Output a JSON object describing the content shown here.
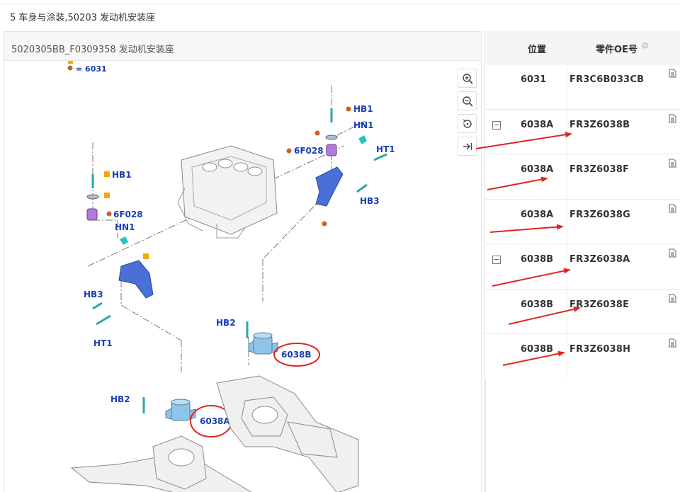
{
  "breadcrumb": "5 车身与涂装,50203 发动机安装座",
  "diagram_title": "5020305BB_F0309358 发动机安装座",
  "legend": {
    "dot_label": "= 6031"
  },
  "diagram_labels": {
    "hb1_right": "HB1",
    "hn1_right": "HN1",
    "p6f028_right": "6F028",
    "ht1_right": "HT1",
    "hb3_right": "HB3",
    "hb1_left": "HB1",
    "p6f028_left": "6F028",
    "hn1_left": "HN1",
    "hb3_left": "HB3",
    "ht1_left": "HT1",
    "hb2_upper": "HB2",
    "p6038b": "6038B",
    "hb2_lower": "HB2",
    "p6038a": "6038A"
  },
  "toolbar": {
    "zoom_in_icon": "zoom-in-icon",
    "zoom_out_icon": "zoom-out-icon",
    "reset_icon": "reset-icon",
    "collapse_icon": "collapse-panel-icon"
  },
  "table": {
    "headers": {
      "position": "位置",
      "part_oe": "零件OE号"
    },
    "rows": [
      {
        "position": "6031",
        "part_oe": "FR3C6B033CB",
        "toggle": ""
      },
      {
        "position": "6038A",
        "part_oe": "FR3Z6038B",
        "toggle": "−"
      },
      {
        "position": "6038A",
        "part_oe": "FR3Z6038F",
        "toggle": ""
      },
      {
        "position": "6038A",
        "part_oe": "FR3Z6038G",
        "toggle": ""
      },
      {
        "position": "6038B",
        "part_oe": "FR3Z6038A",
        "toggle": "−"
      },
      {
        "position": "6038B",
        "part_oe": "FR3Z6038E",
        "toggle": ""
      },
      {
        "position": "6038B",
        "part_oe": "FR3Z6038H",
        "toggle": ""
      }
    ]
  },
  "colors": {
    "label_blue": "#1a3fb5",
    "annotation_red": "#e0261e",
    "part_blue": "#4a6fd6",
    "mount_blue": "#8fc4e6"
  }
}
